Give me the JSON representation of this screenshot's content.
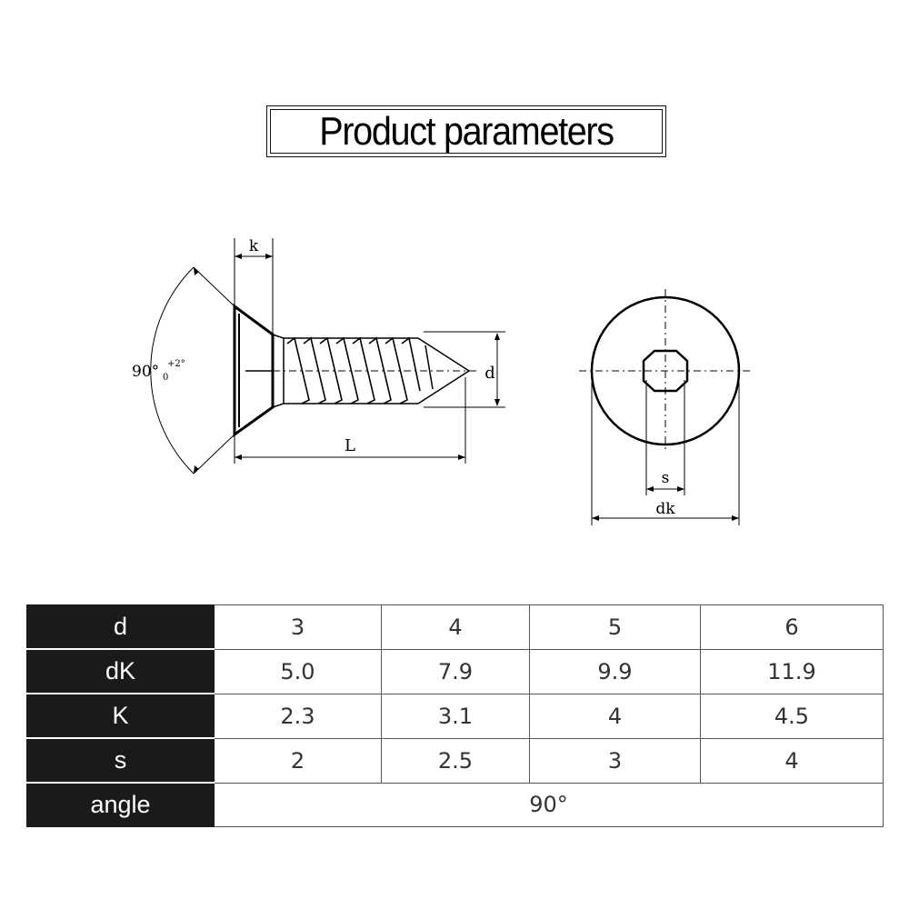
{
  "title": "Product parameters",
  "diagram": {
    "labels": {
      "k": "k",
      "angle": "90°",
      "angle_tol_upper": "+2°",
      "angle_tol_lower": "0",
      "d": "d",
      "L": "L",
      "s": "s",
      "dk": "dk"
    }
  },
  "table": {
    "rows": [
      {
        "name": "d",
        "values": [
          "3",
          "4",
          "5",
          "6"
        ]
      },
      {
        "name": "dK",
        "values": [
          "5.0",
          "7.9",
          "9.9",
          "11.9"
        ]
      },
      {
        "name": "K",
        "values": [
          "2.3",
          "3.1",
          "4",
          "4.5"
        ]
      },
      {
        "name": "s",
        "values": [
          "2",
          "2.5",
          "3",
          "4"
        ]
      }
    ],
    "angle_row": {
      "name": "angle",
      "value": "90°"
    }
  }
}
